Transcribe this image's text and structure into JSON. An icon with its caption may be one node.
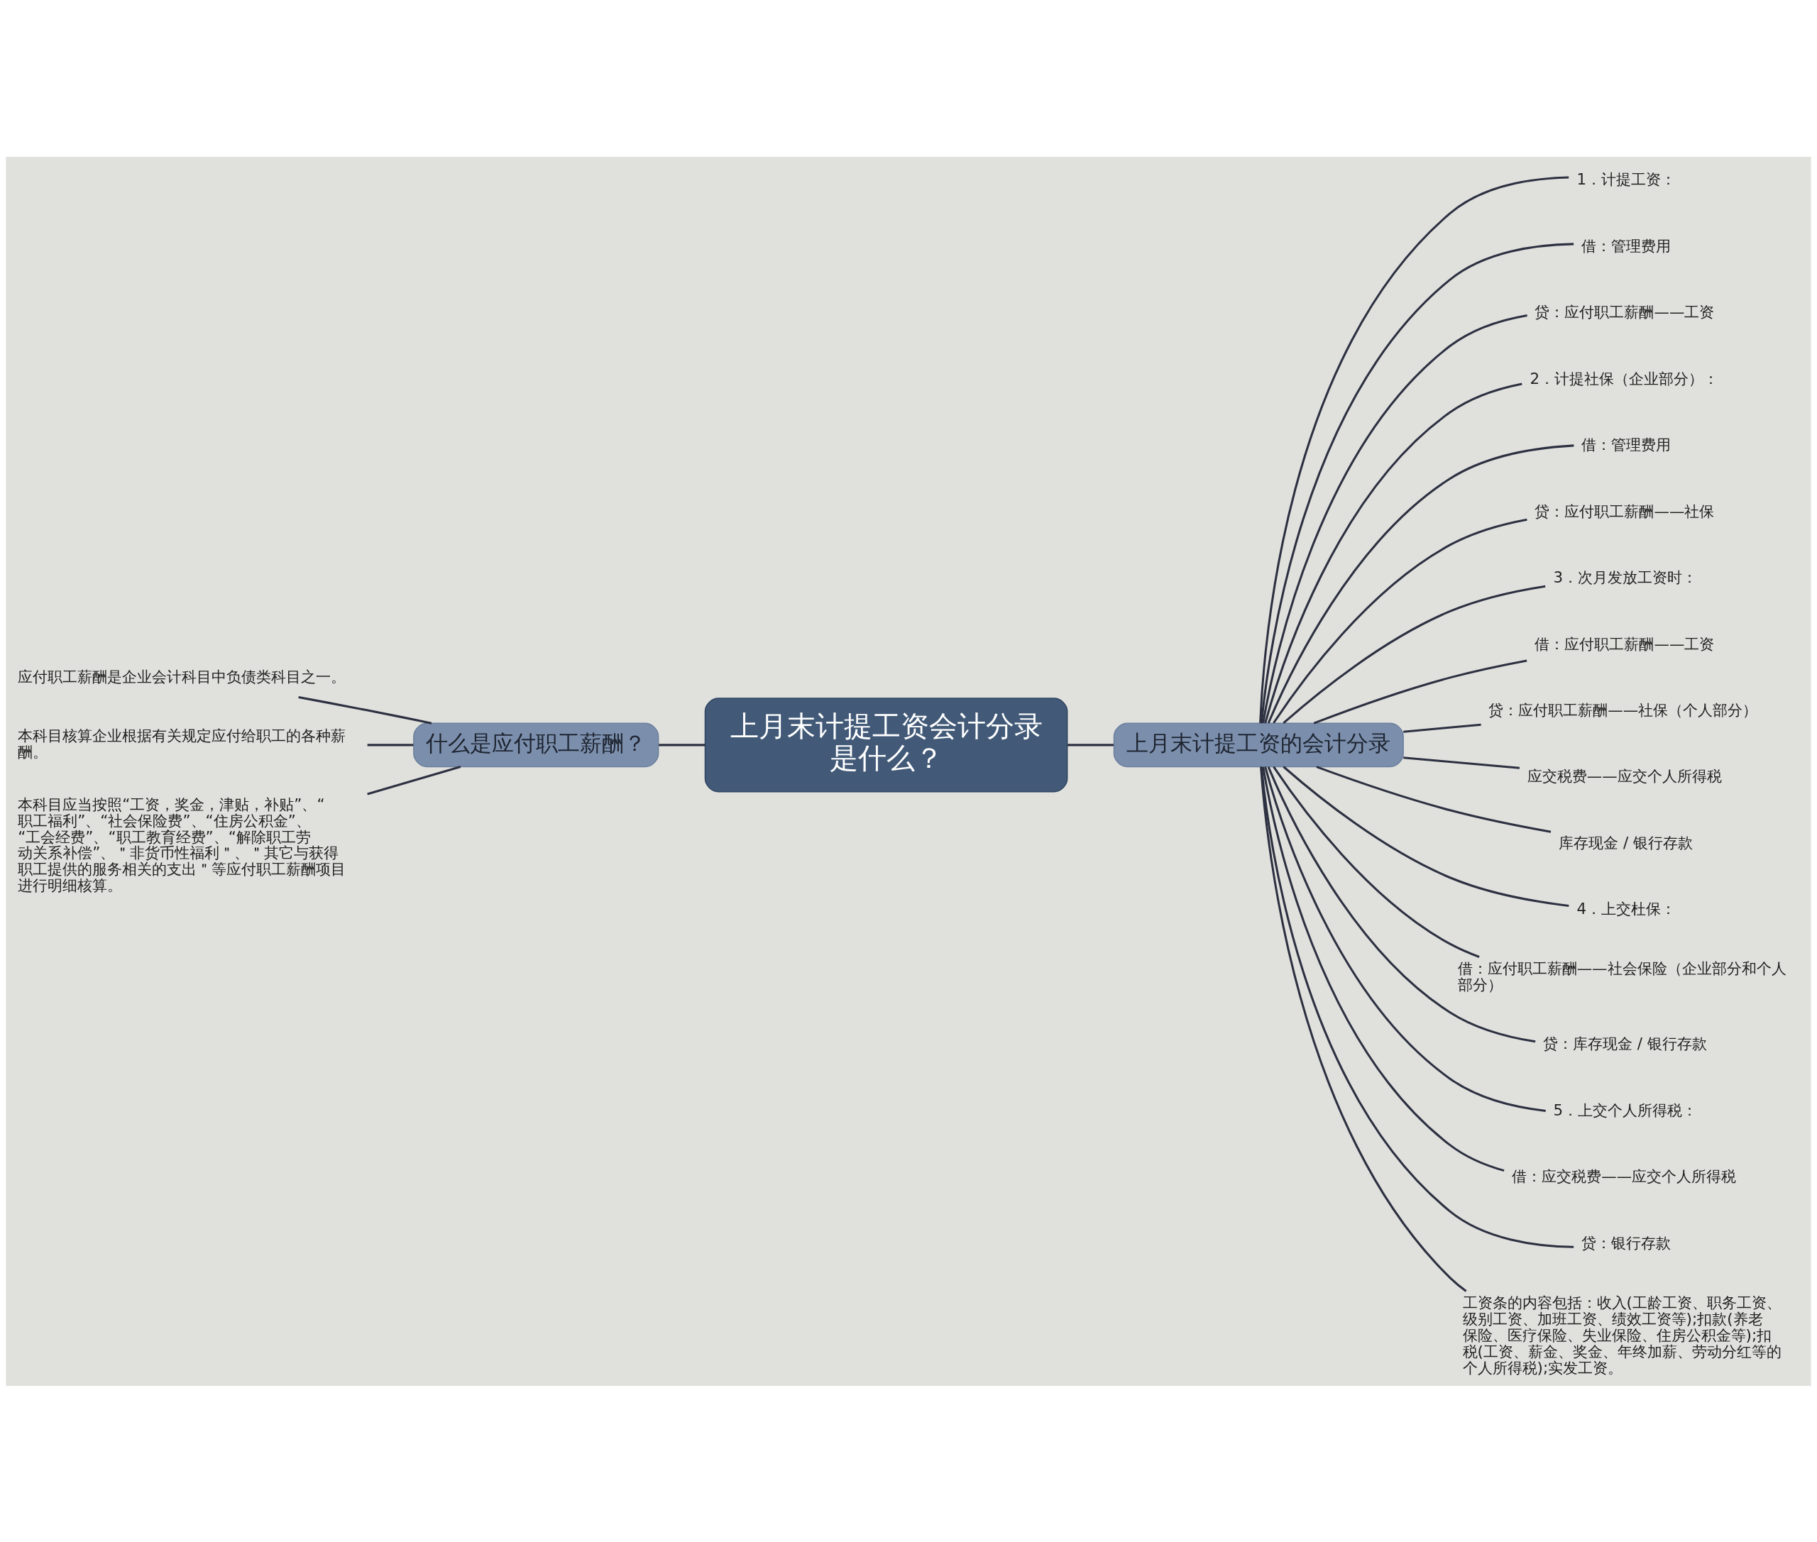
{
  "diagram": {
    "nodes": [
      {
        "text": [
          "上月末计提工资会计分录是什么？"
        ]
      },
      {
        "text": [
          "什么是应付职工薪酬？"
        ]
      },
      {
        "text": [
          "应付职工薪酬是企业会计科目中负债类科目之一。"
        ]
      },
      {
        "text": [
          "本科目核算企业根据有关规定应付给职工的各种薪酬。"
        ]
      },
      {
        "text": [
          "本科目应当按照“工资，奖金，津贴，补贴”、“职工福利”、“社会保险费”、“住房公积金”、“工会经费”、“职工教育经费”、“解除职工劳动关系补偿”、＂非货币性福利＂、＂其它与获得职工提供的服务相关的支出＂等应付职工薪酬项目进行明细核算。"
        ]
      },
      {
        "text": [
          "上月末计提工资的会计分录"
        ]
      },
      {
        "text": [
          "1．计提工资："
        ]
      },
      {
        "text": [
          "借：管理费用"
        ]
      },
      {
        "text": [
          "贷：应付职工薪酬——工资"
        ]
      },
      {
        "text": [
          "2．计提社保（企业部分）："
        ]
      },
      {
        "text": [
          "借：管理费用"
        ]
      },
      {
        "text": [
          "贷：应付职工薪酬——社保"
        ]
      },
      {
        "text": [
          "3．次月发放工资时："
        ]
      },
      {
        "text": [
          "借：应付职工薪酬——工资"
        ]
      },
      {
        "text": [
          "贷：应付职工薪酬——社保（个人部分）"
        ]
      },
      {
        "text": [
          "应交税费——应交个人所得税"
        ]
      },
      {
        "text": [
          "库存现金 / 银行存款"
        ]
      },
      {
        "text": [
          "4．上交杜保："
        ]
      },
      {
        "text": [
          "借：应付职工薪酬——社会保险（企业部分和个人部分）"
        ]
      },
      {
        "text": [
          "贷：库存现金 / 银行存款"
        ]
      },
      {
        "text": [
          "5．上交个人所得税："
        ]
      },
      {
        "text": [
          "借：应交税费——应交个人所得税"
        ]
      },
      {
        "text": [
          "贷：银行存款"
        ]
      },
      {
        "text": [
          "工资条的内容包括：收入(工龄工资、职务工资、级别工资、加班工资、绩效工资等);扣款(养老保险、医疗保险、失业保险、住房公积金等);扣税(工资、薪金、奖金、年终加薪、劳动分红等的个人所得税);实发工资。"
        ]
      }
    ],
    "edges": [
      {
        "from": 0,
        "to": 1,
        "arrow": "none"
      },
      {
        "from": 1,
        "to": 2,
        "arrow": "none"
      },
      {
        "from": 1,
        "to": 3,
        "arrow": "none"
      },
      {
        "from": 1,
        "to": 4,
        "arrow": "none"
      },
      {
        "from": 0,
        "to": 5,
        "arrow": "none"
      },
      {
        "from": 5,
        "to": 6,
        "arrow": "none"
      },
      {
        "from": 5,
        "to": 7,
        "arrow": "none"
      },
      {
        "from": 5,
        "to": 8,
        "arrow": "none"
      },
      {
        "from": 5,
        "to": 9,
        "arrow": "none"
      },
      {
        "from": 5,
        "to": 10,
        "arrow": "none"
      },
      {
        "from": 5,
        "to": 11,
        "arrow": "none"
      },
      {
        "from": 5,
        "to": 12,
        "arrow": "none"
      },
      {
        "from": 5,
        "to": 13,
        "arrow": "none"
      },
      {
        "from": 5,
        "to": 14,
        "arrow": "none"
      },
      {
        "from": 5,
        "to": 15,
        "arrow": "none"
      },
      {
        "from": 5,
        "to": 16,
        "arrow": "none"
      },
      {
        "from": 5,
        "to": 17,
        "arrow": "none"
      },
      {
        "from": 5,
        "to": 18,
        "arrow": "none"
      },
      {
        "from": 5,
        "to": 19,
        "arrow": "none"
      },
      {
        "from": 5,
        "to": 20,
        "arrow": "none"
      },
      {
        "from": 5,
        "to": 21,
        "arrow": "none"
      },
      {
        "from": 5,
        "to": 22,
        "arrow": "none"
      },
      {
        "from": 5,
        "to": 23,
        "arrow": "none"
      }
    ]
  }
}
